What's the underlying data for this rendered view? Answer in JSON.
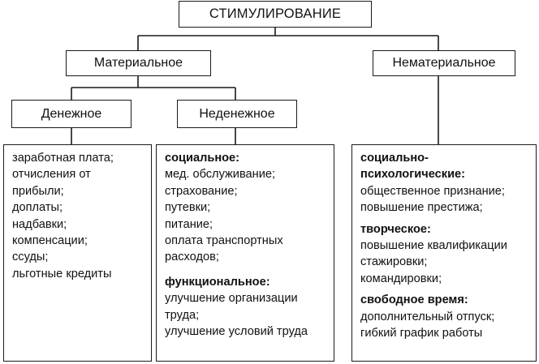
{
  "root": {
    "label": "СТИМУЛИРОВАНИЕ"
  },
  "level1": [
    {
      "label": "Материальное"
    },
    {
      "label": "Нематериальное"
    }
  ],
  "level2": [
    {
      "label": "Денежное"
    },
    {
      "label": "Неденежное"
    }
  ],
  "details": {
    "monetary": {
      "lines": [
        "заработная плата;",
        "отчисления от",
        "прибыли;",
        "доплаты;",
        "надбавки;",
        "компенсации;",
        "ссуды;",
        "льготные кредиты"
      ]
    },
    "non_monetary": {
      "groups": [
        {
          "heading": "социальное:",
          "items": [
            "мед. обслуживание;",
            "страхование;",
            "путевки;",
            "питание;",
            "оплата транспортных",
            "расходов;"
          ]
        },
        {
          "heading": "функциональное:",
          "items": [
            "улучшение организации",
            "труда;",
            "улучшение условий труда"
          ]
        }
      ]
    },
    "non_material": {
      "groups": [
        {
          "heading_lines": [
            "социально-",
            "психологические:"
          ],
          "items": [
            "общественное признание;",
            "повышение престижа;"
          ]
        },
        {
          "heading_lines": [
            "творческое:"
          ],
          "items": [
            "повышение квалификации",
            "стажировки;",
            "командировки;"
          ]
        },
        {
          "heading_lines": [
            "свободное время:"
          ],
          "items": [
            "дополнительный отпуск;",
            "гибкий график работы"
          ]
        }
      ]
    }
  }
}
